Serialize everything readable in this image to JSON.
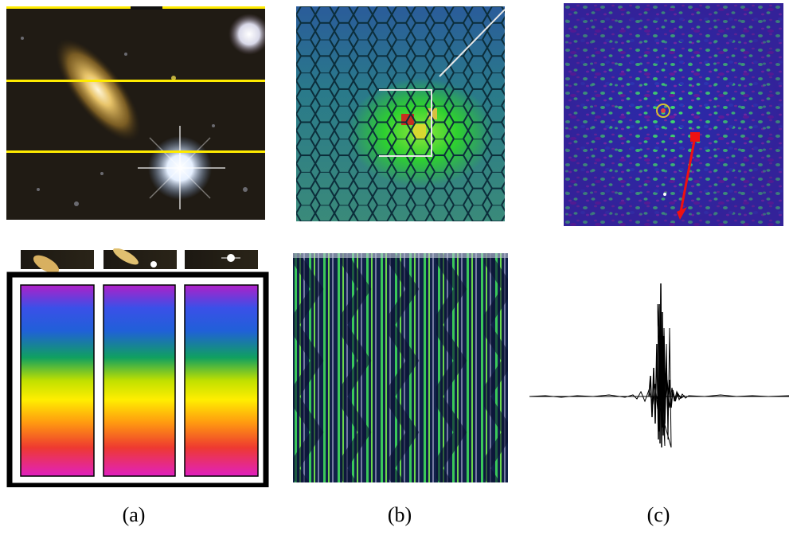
{
  "captions": {
    "a": "(a)",
    "b": "(b)",
    "c": "(c)"
  },
  "icons": {
    "galaxy_image": "galaxy-photo",
    "hex_map": "hexagonal-ifu-map",
    "speckle_map": "speckle-interference-map",
    "spectra_strips": "rainbow-spectrum-strips",
    "stripe_image": "dispersed-spectra-image",
    "interferogram": "interferogram-signal"
  },
  "colors": {
    "slit_lines": "#ffeb00",
    "hex_outline": "#0b2d3a",
    "aperture_box": "#e8e8e8",
    "arrow": "#ee1111",
    "frame": "#000000"
  }
}
